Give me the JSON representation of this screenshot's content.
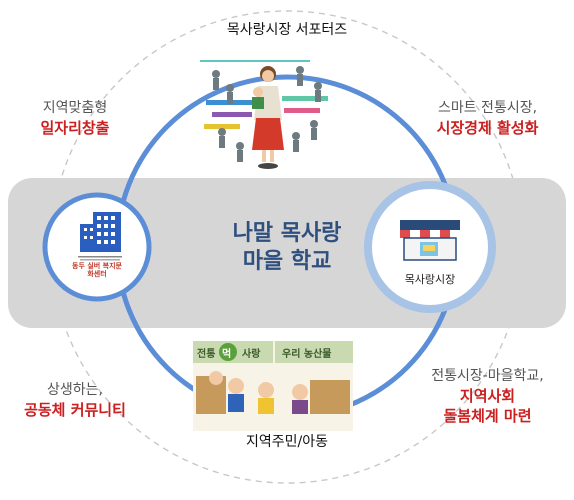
{
  "top": {
    "label": "목사랑시장 서포터즈"
  },
  "left_top": {
    "line1": "지역맞춤형",
    "line2": "일자리창출"
  },
  "right_top": {
    "line1": "스마트 전통시장,",
    "line2": "시장경제 활성화"
  },
  "center": {
    "line1": "나말 목사랑",
    "line2": "마을 학교"
  },
  "right_node": {
    "label": "목사랑시장"
  },
  "left_bottom": {
    "line1": "상생하는,",
    "line2": "공동체 커뮤니티"
  },
  "right_bottom": {
    "line1": "전통시장-마을학교,",
    "line2": "지역사회",
    "line3": "돌봄체계 마련"
  },
  "bottom": {
    "label": "지역주민/아동"
  },
  "logo": {
    "text": "동두 실버 복지문화센터"
  },
  "illustration_signs": {
    "sign1": "전통",
    "sign2": "먹",
    "sign3": "사랑",
    "sign4": "우리 농산물"
  },
  "colors": {
    "ring": "#5b8ed6",
    "band": "#d6d6d6",
    "red_text": "#cc1f1f",
    "center_text": "#2f4f7e"
  }
}
